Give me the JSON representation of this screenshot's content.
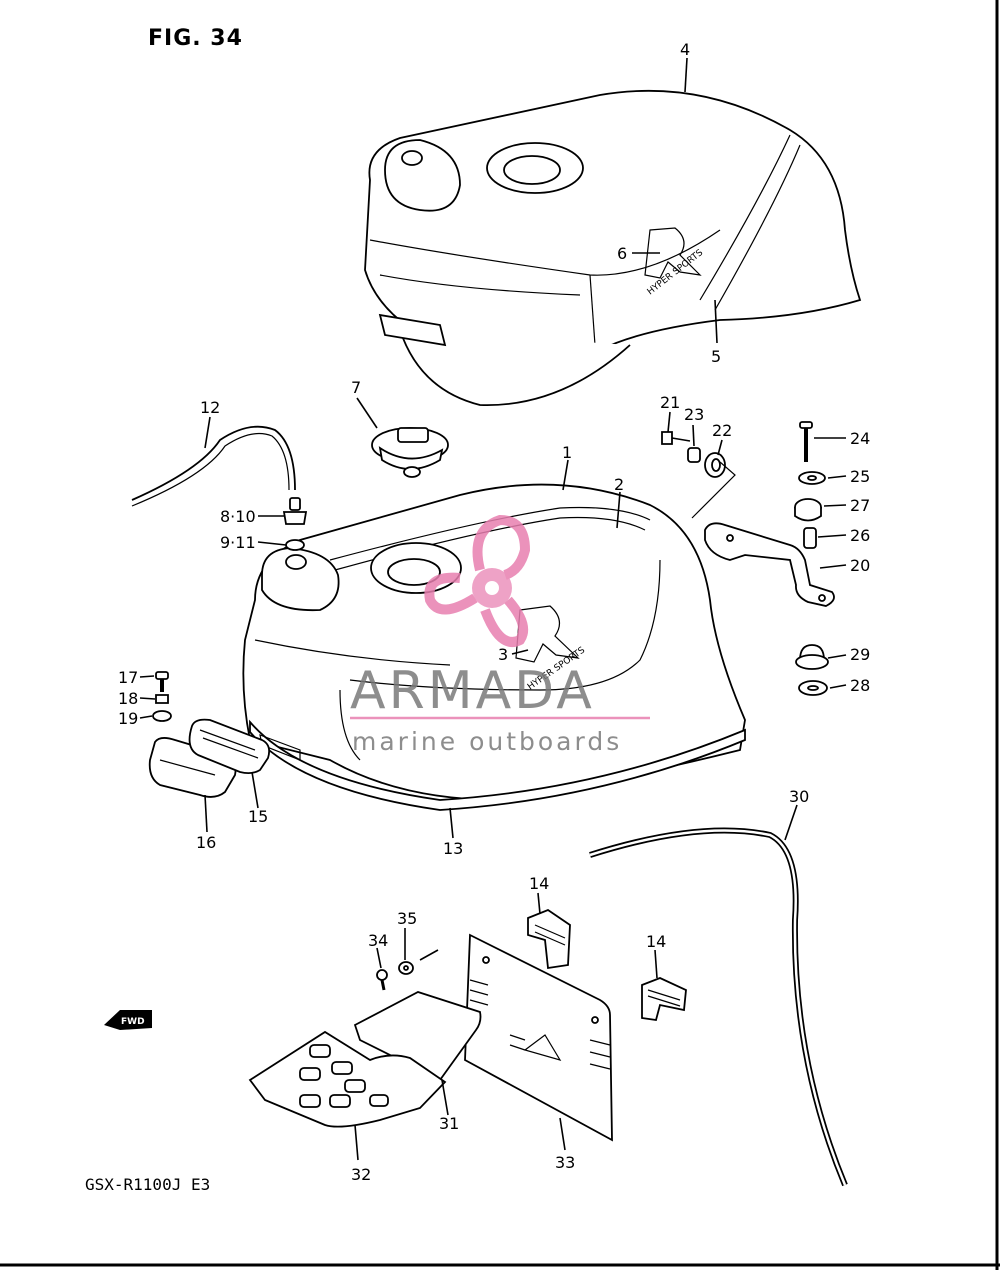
{
  "title": "FIG. 34",
  "model_code": "GSX-R1100J E3",
  "fwd_label": "FWD",
  "decal_text": "HYPER SPORTS",
  "watermark": {
    "brand": "ARMADA",
    "tagline": "marine outboards",
    "logo_color": "#e87fb0",
    "line_color": "#e87fb0"
  },
  "callouts": {
    "c1": "1",
    "c2": "2",
    "c3": "3",
    "c4": "4",
    "c5": "5",
    "c6": "6",
    "c7": "7",
    "c8_10": "8·10",
    "c9_11": "9·11",
    "c12": "12",
    "c13": "13",
    "c14a": "14",
    "c14b": "14",
    "c15": "15",
    "c16": "16",
    "c17": "17",
    "c18": "18",
    "c19": "19",
    "c20": "20",
    "c21": "21",
    "c22": "22",
    "c23": "23",
    "c24": "24",
    "c25": "25",
    "c26": "26",
    "c27": "27",
    "c28": "28",
    "c29": "29",
    "c30": "30",
    "c31": "31",
    "c32": "32",
    "c33": "33",
    "c34": "34",
    "c35": "35"
  }
}
